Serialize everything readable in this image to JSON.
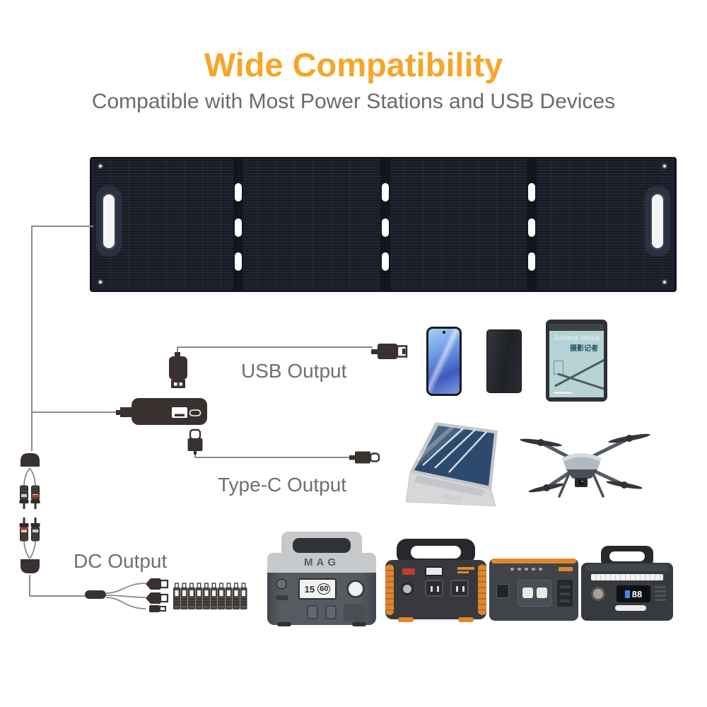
{
  "header": {
    "title": "Wide Compatibility",
    "subtitle": "Compatible with Most Power Stations and USB Devices"
  },
  "labels": {
    "usb": "USB Output",
    "typec": "Type-C Output",
    "dc": "DC Output"
  },
  "devices": {
    "tablet": {
      "author": "Juliana Mejia",
      "subtitle_cn": "摄影记者"
    },
    "power_station_mag": {
      "brand": "MAG",
      "display_main": "15",
      "display_sub": "60"
    },
    "power_station_4": {
      "display": "88"
    }
  },
  "colors": {
    "accent": "#F7A528",
    "label-gray": "#6F6F6F",
    "cable": "#8B8B8B",
    "connector": "#38312F",
    "panel": "#171C27",
    "ps-orange": "#E0862F"
  }
}
